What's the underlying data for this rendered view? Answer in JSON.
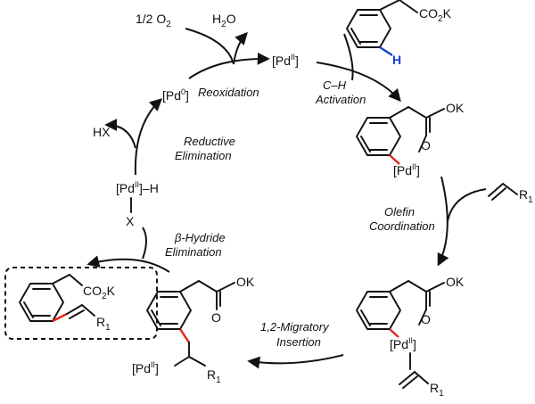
{
  "steps": {
    "reoxidation": "Reoxidation",
    "ch_activation_1": "C–H",
    "ch_activation_2": "Activation",
    "olefin_coord_1": "Olefin",
    "olefin_coord_2": "Coordination",
    "migratory_1": "1,2-Migratory",
    "migratory_2": "Insertion",
    "beta_hydride_1": "β-Hydride",
    "beta_hydride_2": "Elimination",
    "reductive_1": "Reductive",
    "reductive_2": "Elimination"
  },
  "species": {
    "half_o2": "1/2 O",
    "o2_sub": "2",
    "h2o_h": "H",
    "h2o_sub": "2",
    "h2o_o": "O",
    "pd2_top": "[Pd",
    "pd2_top_sup": "II",
    "pd2_top_close": "]",
    "pd0": "[Pd",
    "pd0_sup": "0",
    "pd0_close": "]",
    "hx": "HX",
    "pdh": "[Pd",
    "pdh_sup": "II",
    "pdh_close": "]–H",
    "x": "X",
    "substrate_co2k": "CO",
    "substrate_co2k_sub": "2",
    "substrate_co2k_k": "K",
    "substrate_h": "H",
    "ok": "OK",
    "o": "O",
    "pd_ring": "[Pd",
    "pd_ring_sup": "II",
    "pd_ring_close": "]",
    "olefin_r": "R",
    "olefin_r_sub": "1",
    "product_co2k": "CO",
    "product_co2k_sub": "2",
    "product_co2k_k": "K",
    "product_r": "R",
    "product_r_sub": "1"
  },
  "colors": {
    "new_bond": "#e3241b",
    "activated_h": "#1a3fd6",
    "ink": "#111111"
  }
}
